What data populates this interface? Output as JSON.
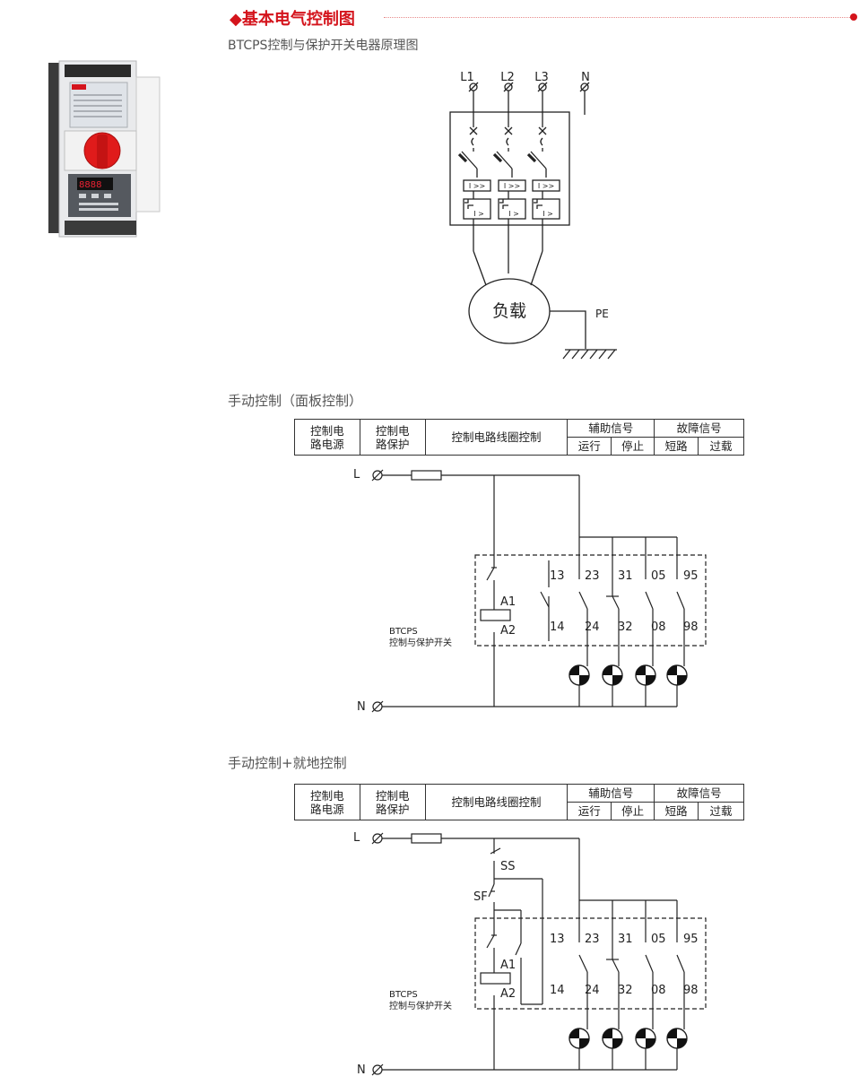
{
  "header": {
    "title": "基本电气控制图",
    "subtitle": "BTCPS控制与保护开关电器原理图"
  },
  "colors": {
    "accent": "#d4141c",
    "line": "#222222"
  },
  "device_image": {
    "icon": "btcps-switch-product-photo"
  },
  "principle": {
    "terminals": [
      "L1",
      "L2",
      "L3",
      "N"
    ],
    "trip_labels": [
      "I >>",
      "I >>",
      "I >>"
    ],
    "overload_labels": [
      "I >",
      "I >",
      "I >"
    ],
    "load": "负载",
    "pe": "PE"
  },
  "diagram1": {
    "title": "手动控制（面板控制）"
  },
  "diagram2": {
    "title": "手动控制+就地控制",
    "ss": "SS",
    "sf": "SF"
  },
  "table": {
    "col1": "控制电\n路电源",
    "col2": "控制电\n路保护",
    "col3": "控制电路线圈控制",
    "aux_group": "辅助信号",
    "fault_group": "故障信号",
    "aux_run": "运行",
    "aux_stop": "停止",
    "fault_short": "短路",
    "fault_overload": "过载"
  },
  "circuit": {
    "L": "L",
    "N": "N",
    "A1": "A1",
    "A2": "A2",
    "top_labels": [
      "13",
      "23",
      "31",
      "05",
      "95"
    ],
    "bottom_labels": [
      "14",
      "24",
      "32",
      "08",
      "98"
    ],
    "device_name": "BTCPS",
    "device_desc": "控制与保护开关"
  }
}
